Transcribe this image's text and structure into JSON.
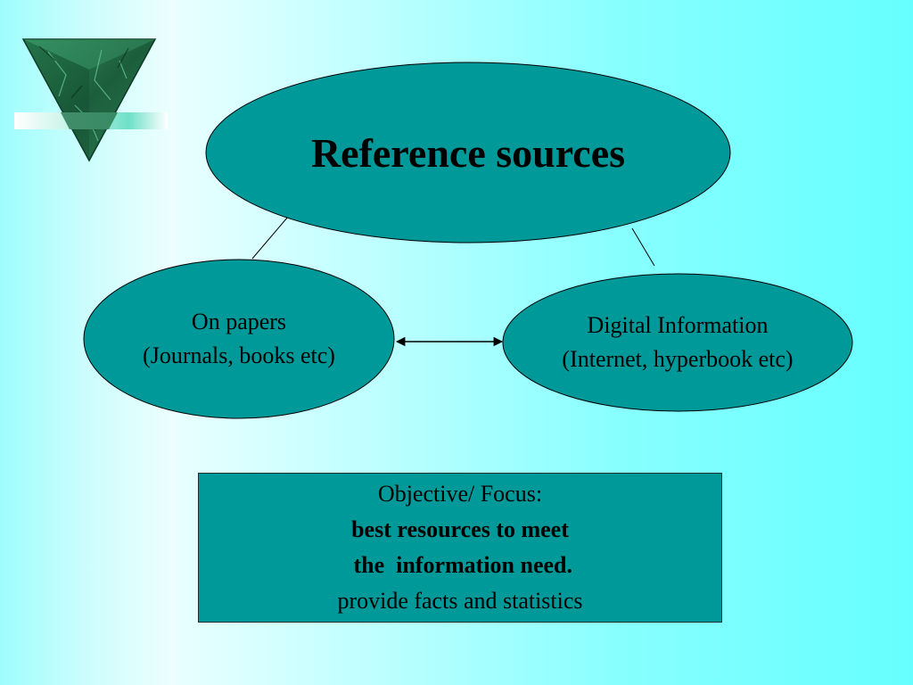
{
  "colors": {
    "background": "#66ffff",
    "ellipse_fill": "#009999",
    "box_fill": "#009999",
    "stroke": "#000000",
    "logo_green": "#1f6b43"
  },
  "icons": {
    "logo": "green-marble-triangle-icon"
  },
  "diagram": {
    "title": "Reference sources",
    "left_node": {
      "line1": "On papers",
      "line2": "(Journals, books etc)"
    },
    "right_node": {
      "line1": "Digital Information",
      "line2": "(Internet, hyperbook etc)"
    },
    "connector": "bidirectional-arrow"
  },
  "objective": {
    "line1": "Objective/ Focus:",
    "line2": "best resources to meet",
    "line3": " the  information need.",
    "line4": "provide facts and statistics"
  }
}
